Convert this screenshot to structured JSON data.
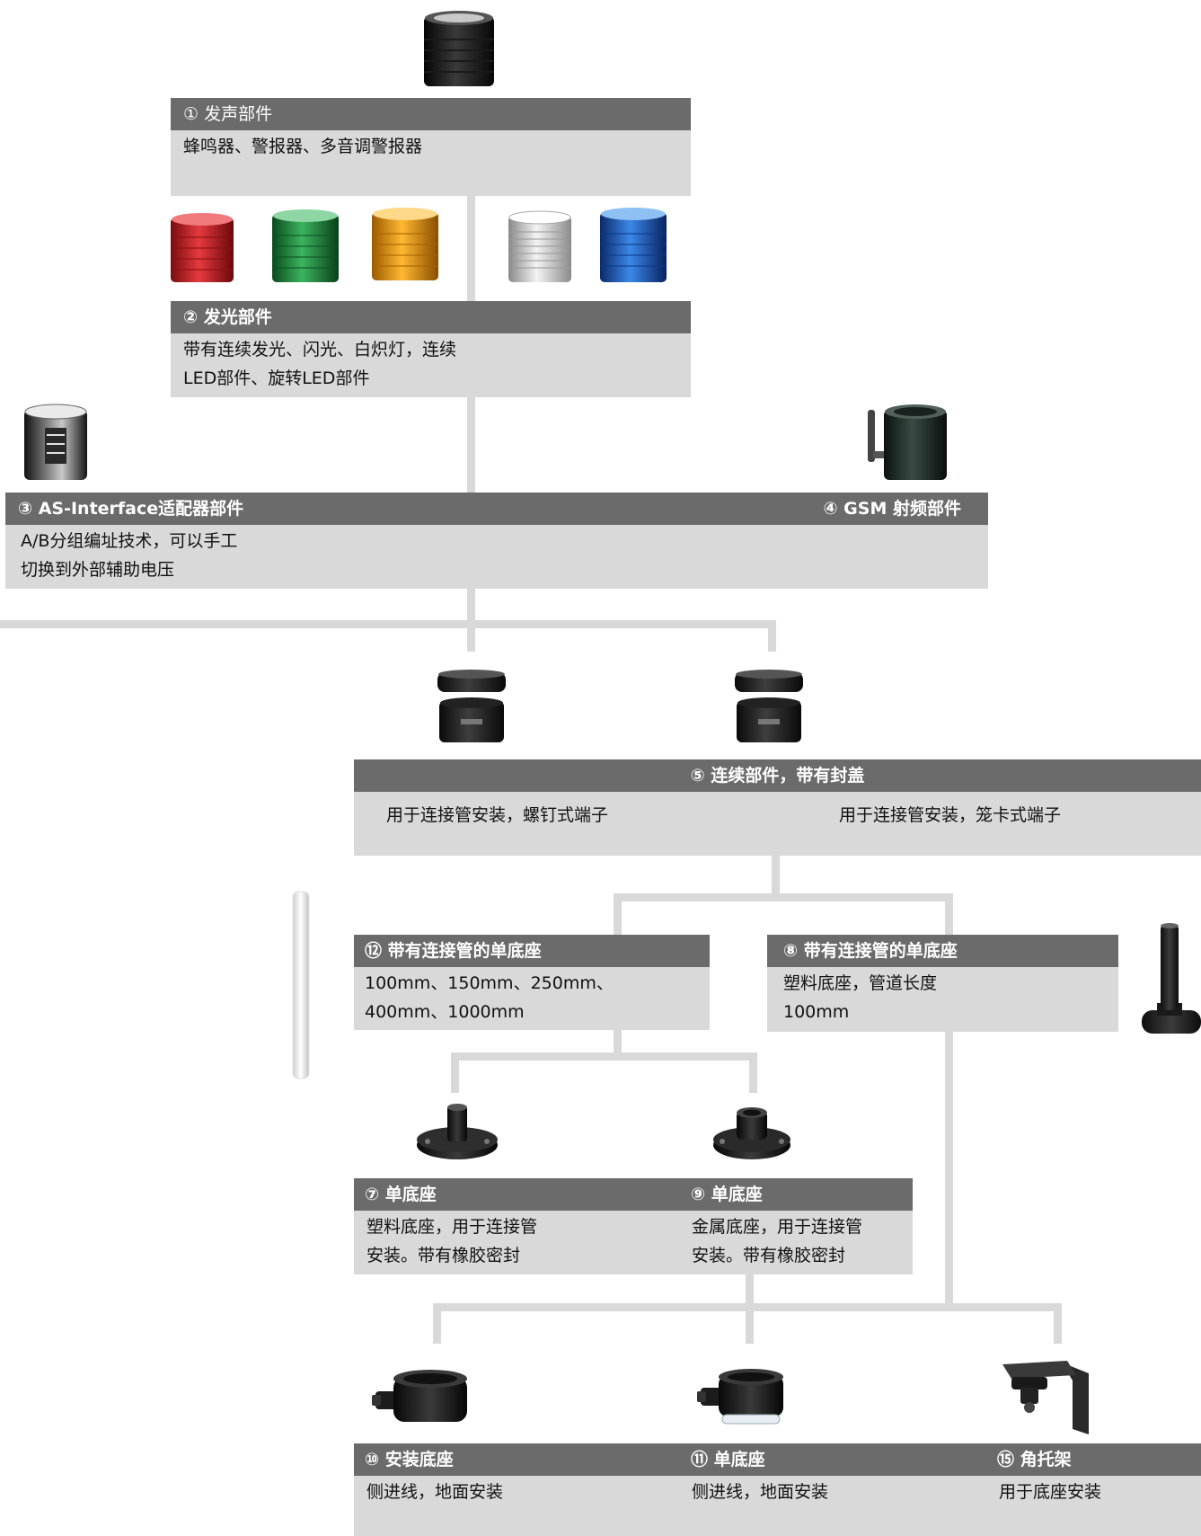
{
  "components": {
    "sound": {
      "title": "① 发声部件",
      "desc1": "蜂鸣器、警报器、多音调警报器"
    },
    "light": {
      "title": "② 发光部件",
      "desc1": "带有连续发光、闪光、白炽灯，连续",
      "desc2": "LED部件、旋转LED部件"
    },
    "asi": {
      "title": "③ AS-Interface适配器部件",
      "desc1": "A/B分组编址技术，可以手工",
      "desc2": "切换到外部辅助电压"
    },
    "gsm": {
      "title": "④ GSM 射频部件"
    },
    "connect": {
      "title": "⑤ 连续部件，带有封盖",
      "desc_left": "用于连接管安装，螺钉式端子",
      "desc_right": "用于连接管安装，笼卡式端子"
    },
    "base12": {
      "title": "⑫ 带有连接管的单底座",
      "desc1": "100mm、150mm、250mm、",
      "desc2": "400mm、1000mm"
    },
    "base8": {
      "title": "⑧ 带有连接管的单底座",
      "desc1": "塑料底座，管道长度",
      "desc2": "100mm"
    },
    "base7": {
      "title": "⑦ 单底座",
      "desc1": "塑料底座，用于连接管",
      "desc2": "安装。带有橡胶密封"
    },
    "base9": {
      "title": "⑨ 单底座",
      "desc1": "金属底座，用于连接管",
      "desc2": "安装。带有橡胶密封"
    },
    "base10": {
      "title": "⑩ 安装底座",
      "desc1": "侧进线，地面安装"
    },
    "base11": {
      "title": "⑪ 单底座",
      "desc1": "侧进线，地面安装"
    },
    "bracket15": {
      "title": "⑮ 角托架",
      "desc1": "用于底座安装"
    }
  },
  "colors": {
    "header_bg": "#6b6b6b",
    "box_bg": "#d9d9d9",
    "line": "#d9d9d9",
    "lamp_red": "#c81e24",
    "lamp_green": "#1e8a3c",
    "lamp_orange": "#f0a010",
    "lamp_white": "#d8d8d8",
    "lamp_blue": "#1e5ec8"
  },
  "icons": [
    "buzzer-module-icon",
    "light-module-red-icon",
    "light-module-green-icon",
    "light-module-orange-icon",
    "light-module-white-icon",
    "light-module-blue-icon",
    "asi-adapter-icon",
    "gsm-module-icon",
    "connection-module-icon",
    "tube-icon",
    "base-with-tube-icon",
    "plastic-base-icon",
    "metal-base-icon",
    "mounting-base-icon",
    "single-base-icon",
    "angle-bracket-icon"
  ]
}
